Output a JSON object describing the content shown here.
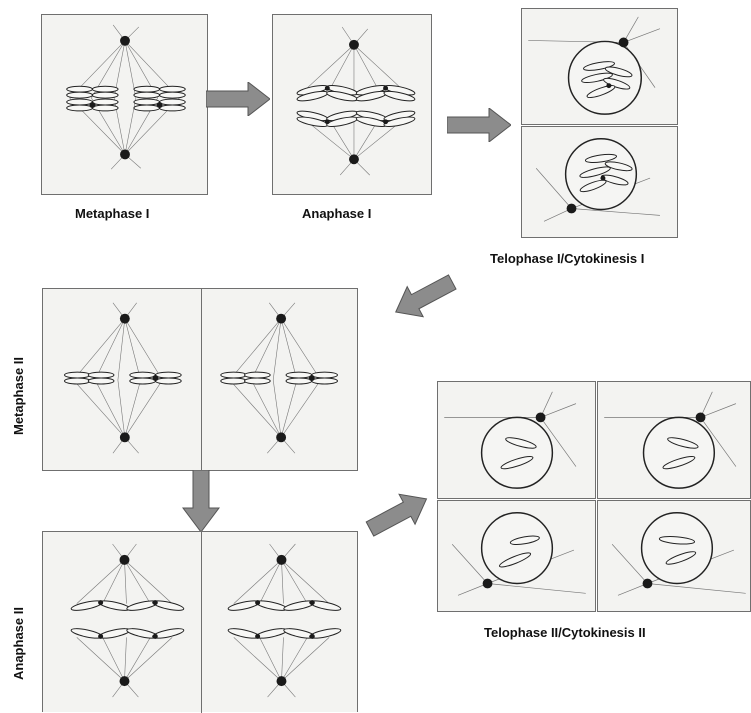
{
  "labels": {
    "metaphase1": "Metaphase I",
    "anaphase1": "Anaphase I",
    "telophase1": "Telophase I/Cytokinesis I",
    "metaphase2": "Metaphase II",
    "anaphase2": "Anaphase II",
    "telophase2": "Telophase II/Cytokinesis II"
  },
  "colors": {
    "panel_bg": "#f3f3f1",
    "panel_border": "#6f6f6f",
    "arrow_fill": "#8c8c8c",
    "ink": "#1a1a1a"
  }
}
